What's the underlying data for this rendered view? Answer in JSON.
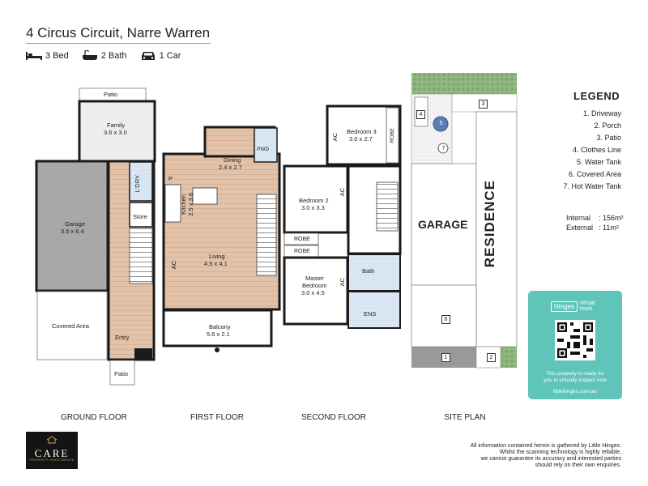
{
  "header": {
    "address": "4 Circus Circuit, Narre Warren",
    "features": [
      {
        "icon": "bed-icon",
        "label": "3 Bed"
      },
      {
        "icon": "bath-icon",
        "label": "2 Bath"
      },
      {
        "icon": "car-icon",
        "label": "1 Car"
      }
    ]
  },
  "floors": {
    "ground": {
      "label": "GROUND FLOOR",
      "rooms": {
        "patio_top": "Patio",
        "family_name": "Family",
        "family_size": "3.6 x 3.0",
        "laundry": "L'DRY",
        "garage_name": "Garage",
        "garage_size": "3.5 x 6.4",
        "store": "Store",
        "covered_area": "Covered Area",
        "entry": "Entry",
        "patio_bottom": "Patio"
      }
    },
    "first": {
      "label": "FIRST FLOOR",
      "rooms": {
        "dining_name": "Dining",
        "dining_size": "2.4 x 2.7",
        "pwd": "PWD",
        "pantry": "P",
        "kitchen_name": "Kitchen",
        "kitchen_size": "2.5 x 3.6",
        "living_name": "Living",
        "living_size": "4.5 x 4.1",
        "ac": "AC",
        "balcony_name": "Balcony",
        "balcony_size": "5.6 x 2.1"
      }
    },
    "second": {
      "label": "SECOND FLOOR",
      "rooms": {
        "bed3_name": "Bedroom 3",
        "bed3_size": "3.0 x 2.7",
        "robe": "ROBE",
        "ac": "AC",
        "bed2_name": "Bedroom 2",
        "bed2_size": "3.0 x 3.3",
        "master_name": "Master",
        "master_name2": "Bedroom",
        "master_size": "3.0 x 4.5",
        "bath": "Bath",
        "ens": "ENS"
      }
    },
    "site": {
      "label": "SITE PLAN",
      "garage": "GARAGE",
      "residence": "RESIDENCE",
      "markers": [
        "1",
        "2",
        "3",
        "4",
        "5",
        "6",
        "7"
      ]
    }
  },
  "legend": {
    "title": "LEGEND",
    "items": [
      "1. Driveway",
      "2. Porch",
      "3. Patio",
      "4. Clothes Line",
      "5. Water Tank",
      "6. Covered Area",
      "7. Hot Water Tank"
    ]
  },
  "areas": {
    "internal_label": "Internal",
    "internal_value": ": 156m²",
    "external_label": "External",
    "external_value": ":  11m²"
  },
  "qr_card": {
    "brand": "Hinges",
    "product": "virtual tours",
    "text1": "This property is ready for",
    "text2": "you to virtually inspect now",
    "url": "littlehinges.com.au"
  },
  "logo": {
    "name": "CARE",
    "tagline": "PROPERTY INVESTMENTS"
  },
  "disclaimer": [
    "All information contained herein is gathered by Little Hinges.",
    "Whilst the scanning technology is highly reliable,",
    "we cannot guarantee its accuracy and interested parties",
    "should rely on their own enquiries."
  ],
  "colors": {
    "wall": "#1a1a1a",
    "garage_fill": "#a8a8a8",
    "wood_fill": "#e0bfa5",
    "room_fill": "#ffffff",
    "tile_fill": "#dde9f4",
    "grass": "#7ca86a",
    "qr_teal": "#5ec5b8"
  }
}
